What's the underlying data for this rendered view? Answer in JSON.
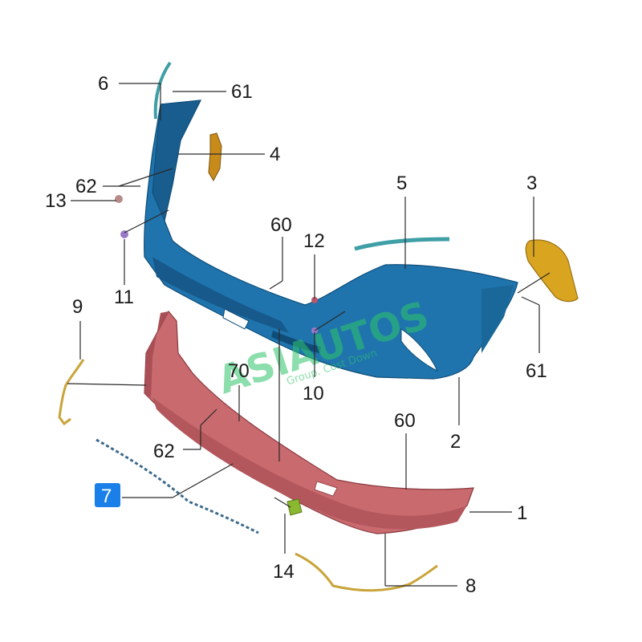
{
  "diagram": {
    "callouts": {
      "c6": "6",
      "c61a": "61",
      "c4": "4",
      "c62a": "62",
      "c13": "13",
      "c5": "5",
      "c3": "3",
      "c60a": "60",
      "c12": "12",
      "c11": "11",
      "c9": "9",
      "c70": "70",
      "c10": "10",
      "c61b": "61",
      "c60b": "60",
      "c2": "2",
      "c62b": "62",
      "c7": "7",
      "c1": "1",
      "c14": "14",
      "c8": "8"
    },
    "highlighted_callout": "7",
    "colors": {
      "upper_bumper": "#1f74ad",
      "lower_bumper": "#c86a6e",
      "bracket_yellow": "#d9a520",
      "bracket_orange": "#c88a18",
      "molding_teal": "#3f9fa6",
      "reflector_strip": "#3b6a8c",
      "harness": "#c9a43a",
      "highlight": "#1a7fe8",
      "watermark": "#2fc46a"
    },
    "watermark": {
      "brand": "ASIAUTOS",
      "tagline": "Group. Cost Down"
    }
  }
}
